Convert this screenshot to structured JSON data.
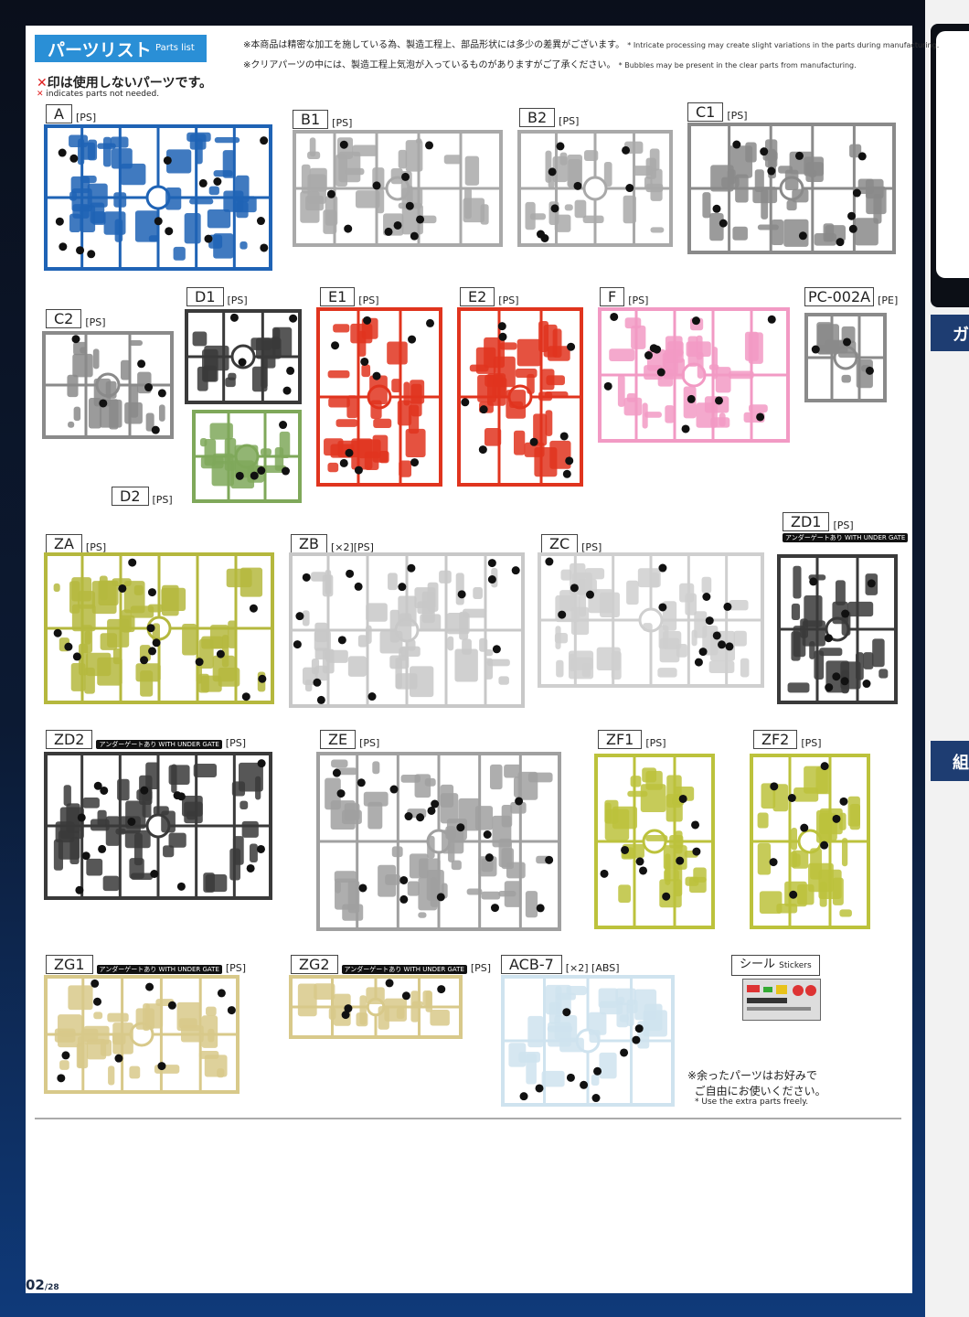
{
  "header": {
    "title_jp": "パーツリスト",
    "title_en": "Parts list",
    "note1_jp": "※本商品は精密な加工を施している為、製造工程上、部品形状には多少の差異がございます。",
    "note1_en": "* Intricate processing may create slight variations in the parts during manufacturing.",
    "note2_jp": "※クリアパーツの中には、製造工程上気泡が入っているものがありますがご了承ください。",
    "note2_en": "* Bubbles may be present in the clear parts from manufacturing.",
    "legend_jp": "印は使用しないパーツです。",
    "legend_en": "indicates parts not needed.",
    "xmark": "✕"
  },
  "runners": [
    {
      "code": "A",
      "mat": "[PS]",
      "color": "#1f63b5"
    },
    {
      "code": "B1",
      "mat": "[PS]",
      "color": "#a9a9a9"
    },
    {
      "code": "B2",
      "mat": "[PS]",
      "color": "#a9a9a9"
    },
    {
      "code": "C1",
      "mat": "[PS]",
      "color": "#8a8a8a"
    },
    {
      "code": "C2",
      "mat": "[PS]",
      "color": "#8a8a8a"
    },
    {
      "code": "D1",
      "mat": "[PS]",
      "color": "#3a3a3a"
    },
    {
      "code": "D2",
      "mat": "[PS]",
      "color": "#7fa85a"
    },
    {
      "code": "E1",
      "mat": "[PS]",
      "color": "#e0341e"
    },
    {
      "code": "E2",
      "mat": "[PS]",
      "color": "#e0341e"
    },
    {
      "code": "F",
      "mat": "[PS]",
      "color": "#f29ac4"
    },
    {
      "code": "PC-002A",
      "mat": "[PE]",
      "color": "#8a8a8a"
    },
    {
      "code": "ZA",
      "mat": "[PS]",
      "color": "#b5b83e"
    },
    {
      "code": "ZB",
      "mat": "[×2][PS]",
      "color": "#c8c8c8"
    },
    {
      "code": "ZC",
      "mat": "[PS]",
      "color": "#cfcfcf"
    },
    {
      "code": "ZD1",
      "mat": "[PS]",
      "color": "#3a3a3a",
      "badge": "アンダーゲートあり WITH UNDER GATE"
    },
    {
      "code": "ZD2",
      "mat": "[PS]",
      "color": "#3a3a3a",
      "badge": "アンダーゲートあり WITH UNDER GATE"
    },
    {
      "code": "ZE",
      "mat": "[PS]",
      "color": "#a0a0a0"
    },
    {
      "code": "ZF1",
      "mat": "[PS]",
      "color": "#bcc23c"
    },
    {
      "code": "ZF2",
      "mat": "[PS]",
      "color": "#bcc23c"
    },
    {
      "code": "ZG1",
      "mat": "[PS]",
      "color": "#d8c98a",
      "badge": "アンダーゲートあり WITH UNDER GATE"
    },
    {
      "code": "ZG2",
      "mat": "[PS]",
      "color": "#d8c98a",
      "badge": "アンダーゲートあり WITH UNDER GATE"
    },
    {
      "code": "ACB-7",
      "mat": "[×2] [ABS]",
      "color": "#cfe3ef"
    }
  ],
  "sticker_label": {
    "jp": "シール",
    "en": "Stickers"
  },
  "extra_note": {
    "jp1": "※余ったパーツはお好みで",
    "jp2": "ご自由にお使いください。",
    "en": "* Use the extra parts freely."
  },
  "footer": {
    "page": "02",
    "total": "/28"
  },
  "sidebar": {
    "tab1": "ガ",
    "tab2": "組"
  }
}
